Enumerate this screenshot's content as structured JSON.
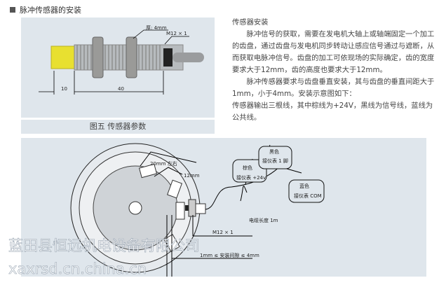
{
  "heading": "脉冲传感器的安装",
  "figure1": {
    "caption": "图五 传感器参数",
    "thickness_label": "厚: 4mm",
    "thread_label": "M12 × 1",
    "dim_10": "10",
    "dim_40": "40"
  },
  "text": {
    "title": "传感器安装",
    "p1": "脉冲信号的获取，需要在发电机大轴上或轴端固定一个加工的齿盘，通过齿盘与发电机同步转动让感应信号通过与遮断，从而获取电脉冲信号。齿盘的加工可依现场的实际确定，齿的宽度要求大于12mm，齿的高度也要求大于12mm。",
    "p2": "脉冲传感器要求与齿盘垂直安装，其与齿盘的垂直间距大于 1mm，小于4mm。安装示意图如下：",
    "p3": "传感器输出三根线，其中棕线为+24V，黑线为信号线，蓝线为公共线。"
  },
  "figure2": {
    "dim_20": "20mm  左右",
    "dim_12": "12mm",
    "brown": {
      "color": "棕色",
      "conn": "接仪表 +24v"
    },
    "black": {
      "color": "黑色",
      "conn": "接仪表 1 脚"
    },
    "blue": {
      "color": "蓝色",
      "conn": "接仪表 COM"
    },
    "cable": "电缆长度 1m",
    "thread": "M12 × 1",
    "gap": "1mm ≤ 安装间隙 ≤ 4mm"
  },
  "watermark": {
    "company": "蓝田县恒远机电设备有限公司",
    "url": "xaxrsd.cn.china.cn"
  }
}
